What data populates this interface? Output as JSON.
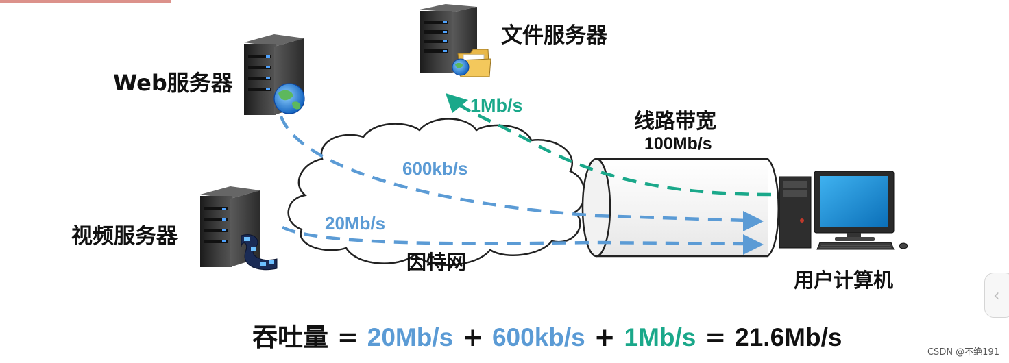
{
  "labels": {
    "file_server": "文件服务器",
    "web_server": "Web服务器",
    "video_server": "视频服务器",
    "internet": "因特网",
    "link_bandwidth": "线路带宽",
    "link_bandwidth_value": "100Mb/s",
    "user_computer": "用户计算机"
  },
  "rates": {
    "file": "1Mb/s",
    "web": "600kb/s",
    "video": "20Mb/s"
  },
  "formula": {
    "term": "吞吐量",
    "eq1": " = ",
    "v1": "20Mb/s",
    "plus1": " + ",
    "v2": "600kb/s",
    "plus2": " + ",
    "v3": "1Mb/s",
    "eq2": " = ",
    "total": "21.6Mb/s"
  },
  "watermark": "CSDN @不绝191",
  "colors": {
    "blue_flow": "#5b9bd5",
    "green_flow": "#1aa88a",
    "cloud_stroke": "#222222",
    "server_body": "#3a3a3a",
    "monitor_screen": "#1e8fd8"
  }
}
